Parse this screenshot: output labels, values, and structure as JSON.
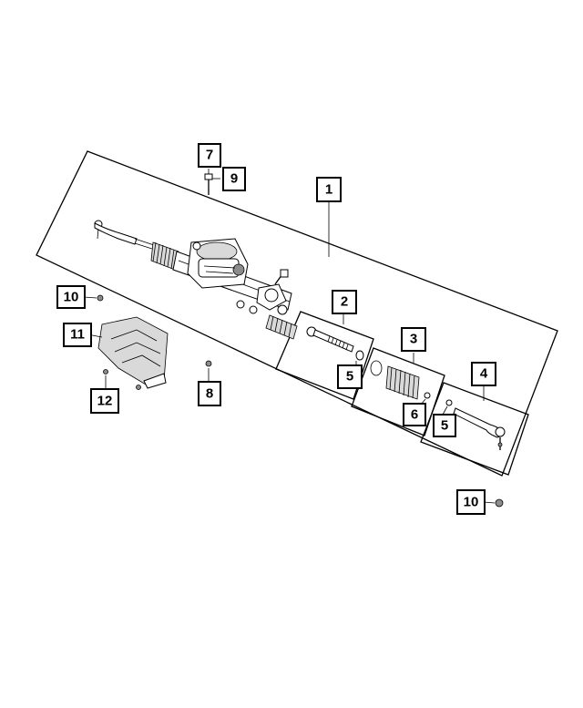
{
  "callouts": {
    "c1": "1",
    "c2": "2",
    "c3": "3",
    "c4": "4",
    "c5a": "5",
    "c5b": "5",
    "c6": "6",
    "c7": "7",
    "c8": "8",
    "c9": "9",
    "c10a": "10",
    "c10b": "10",
    "c11": "11",
    "c12": "12"
  }
}
